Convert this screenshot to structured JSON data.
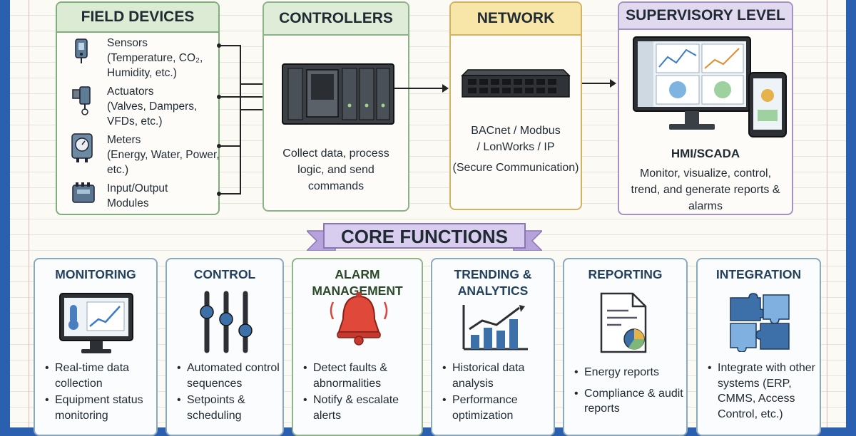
{
  "top": {
    "field_devices": {
      "title": "FIELD DEVICES",
      "items": [
        {
          "icon": "sensor-icon",
          "label": "Sensors",
          "detail": "(Temperature, CO₂, Humidity, etc.)"
        },
        {
          "icon": "actuator-icon",
          "label": "Actuators",
          "detail": "(Valves, Dampers, VFDs, etc.)"
        },
        {
          "icon": "meter-icon",
          "label": "Meters",
          "detail": "(Energy, Water, Power, etc.)"
        },
        {
          "icon": "io-module-icon",
          "label": "Input/Output",
          "detail": "Modules"
        }
      ]
    },
    "controllers": {
      "title": "CONTROLLERS",
      "text": "Collect data, process logic, and send commands"
    },
    "network": {
      "title": "NETWORK",
      "protocols": "BACnet / Modbus / LonWorks / IP",
      "note": "(Secure Communication)"
    },
    "supervisory": {
      "title": "SUPERVISORY LEVEL",
      "subtitle": "HMI/SCADA",
      "text": "Monitor, visualize, control, trend, and generate reports & alarms"
    }
  },
  "core": {
    "title": "CORE FUNCTIONS",
    "cards": [
      {
        "title": "MONITORING",
        "icon": "monitor-dashboard-icon",
        "bullets": [
          "Real-time data collection",
          "Equipment status monitoring"
        ]
      },
      {
        "title": "CONTROL",
        "icon": "sliders-icon",
        "bullets": [
          "Automated control sequences",
          "Setpoints & scheduling"
        ]
      },
      {
        "title": "ALARM MANAGEMENT",
        "icon": "alarm-bell-icon",
        "bullets": [
          "Detect faults & abnormalities",
          "Notify & escalate alerts"
        ]
      },
      {
        "title": "TRENDING & ANALYTICS",
        "icon": "bar-chart-icon",
        "bullets": [
          "Historical data analysis",
          "Performance optimization"
        ]
      },
      {
        "title": "REPORTING",
        "icon": "report-document-icon",
        "bullets": [
          "Energy reports",
          "Compliance & audit reports"
        ]
      },
      {
        "title": "INTEGRATION",
        "icon": "puzzle-icon",
        "bullets": [
          "Integrate with other systems (ERP, CMMS, Access Control, etc.)"
        ]
      }
    ]
  },
  "colors": {
    "field": "#7fae7a",
    "network": "#d3b263",
    "supervisory": "#a592c4",
    "cards": "#8aa9c0",
    "bell": "#e0493a"
  }
}
